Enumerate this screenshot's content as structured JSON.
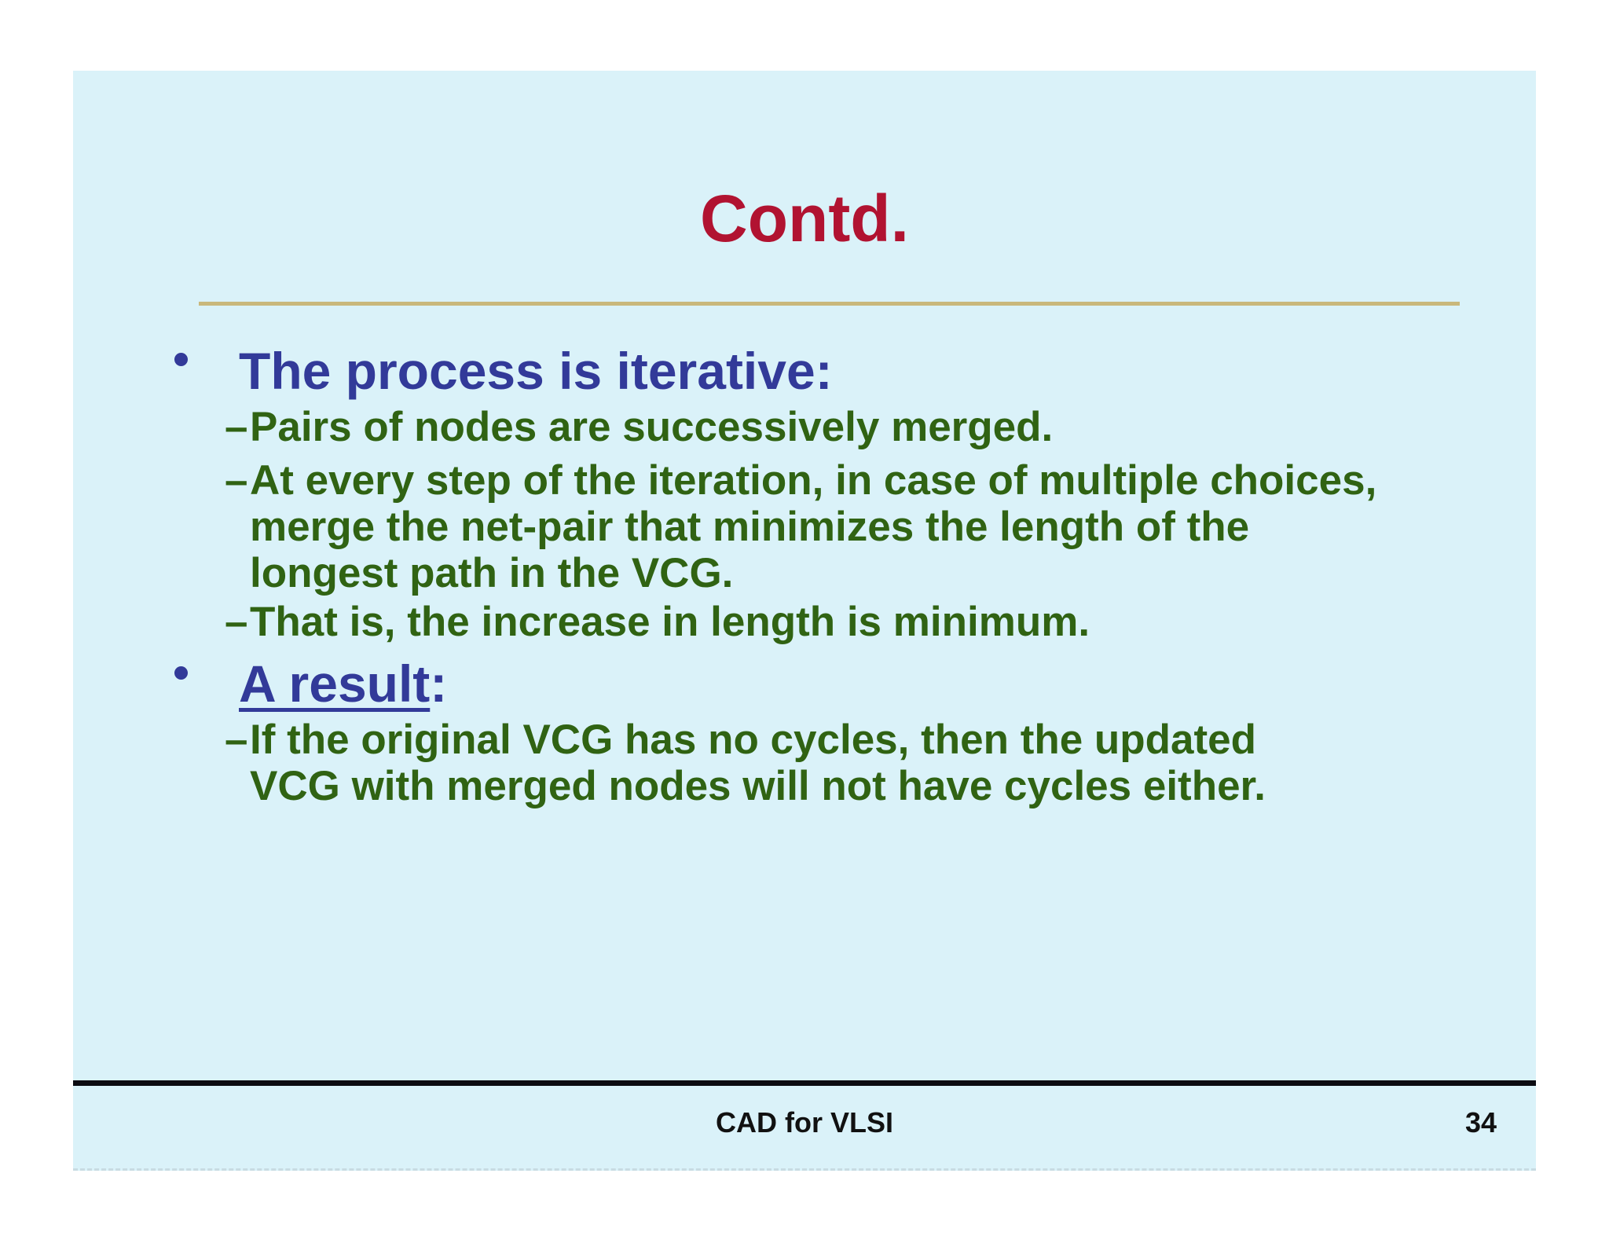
{
  "slide": {
    "title": "Contd.",
    "markers": {
      "dash": "–"
    },
    "items": [
      {
        "text": "The process is iterative:"
      },
      {
        "lines": [
          "Pairs of nodes are successively merged."
        ]
      },
      {
        "lines": [
          "At every step of the iteration, in case of multiple choices,",
          "merge the net-pair that minimizes the length of the",
          "longest path in the VCG."
        ]
      },
      {
        "lines": [
          "That is, the increase in length is minimum."
        ]
      },
      {
        "underlined": "A result",
        "suffix": ":"
      },
      {
        "lines": [
          "If the original VCG has no cycles, then the updated",
          "VCG with merged nodes will not have cycles either."
        ]
      }
    ],
    "footer": {
      "center": "CAD for VLSI",
      "page_number": "34"
    },
    "colors": {
      "slide_background": "#daf2f9",
      "title": "#b11331",
      "heading": "#323a99",
      "body_text": "#306313",
      "divider": "#c9b87c",
      "footer_line": "#0c0c12",
      "footer_text": "#111111"
    }
  }
}
